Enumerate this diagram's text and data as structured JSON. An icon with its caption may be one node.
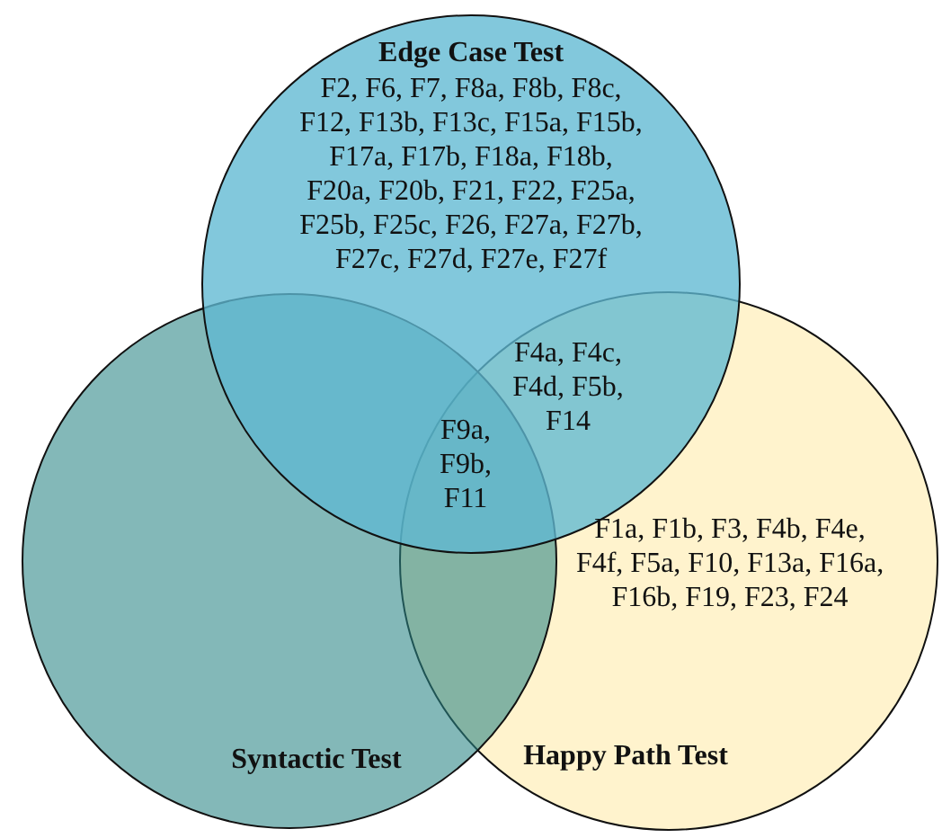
{
  "diagram": {
    "nodes": [
      {
        "text": [
          "Edge Case Test",
          "F2, F6, F7, F8a, F8b, F8c, F12, F13b, F13c, F15a, F15b, F17a, F17b, F18a, F18b, F20a, F20b, F21, F22, F25a, F25b, F25c, F26, F27a, F27b, F27c, F27d, F27e, F27f"
        ]
      },
      {
        "text": [
          "Syntactic Test"
        ]
      },
      {
        "text": [
          "F1a, F1b, F3, F4b, F4e, F4f, F5a, F10, F13a, F16a, F16b, F19, F23, F24",
          "Happy Path Test"
        ]
      }
    ],
    "edges": [],
    "labels": [
      "F4a, F4c, F4d, F5b, F14",
      "F9a, F9b, F11"
    ]
  }
}
